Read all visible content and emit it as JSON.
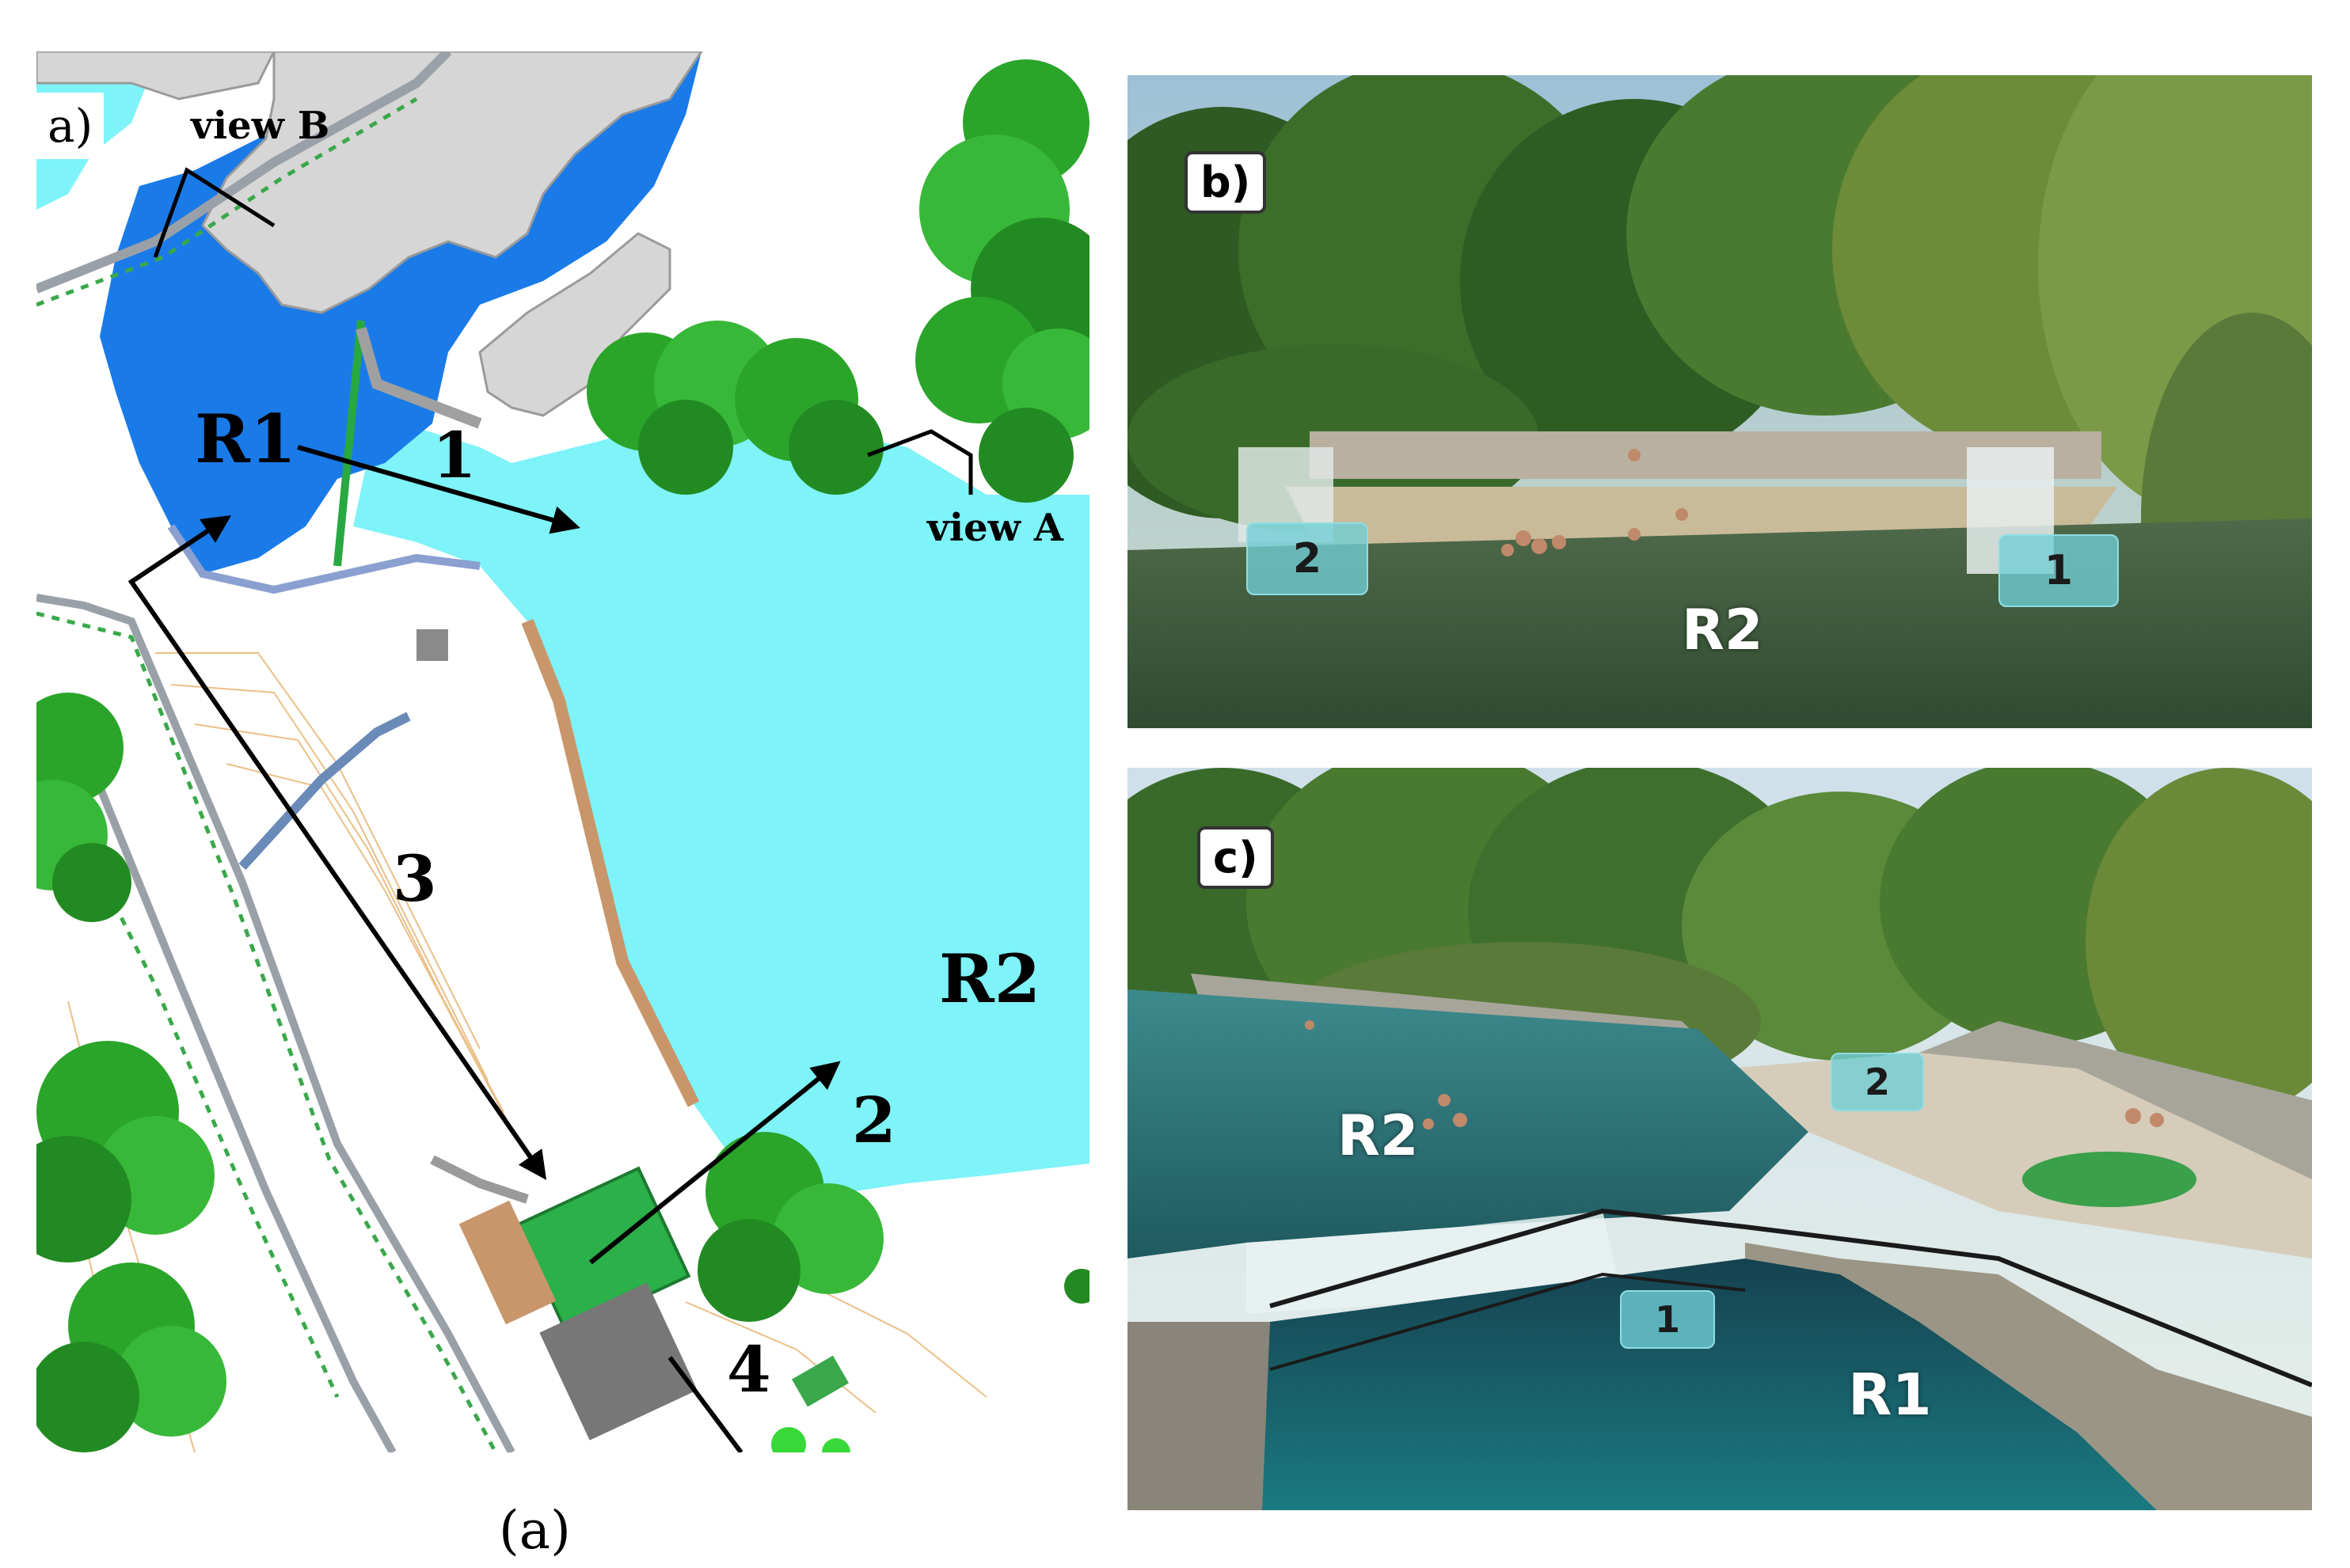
{
  "figure": {
    "caption": "(a)",
    "colors": {
      "water_light": "#7ef3f8",
      "water_dark": "#1a7be8",
      "rock": "#d8d8d8",
      "tree": "#2aa52a",
      "weir_green": "#2bb04a"
    }
  },
  "map": {
    "panel_tag": "a)",
    "view_b": "view B",
    "view_a": "view A",
    "labels": {
      "r1": "R1",
      "r2": "R2",
      "n1": "1",
      "n2": "2",
      "n3": "3",
      "n4": "4"
    }
  },
  "photo_b": {
    "panel_tag": "b)",
    "badge_2": "2",
    "badge_1": "1",
    "region": "R2"
  },
  "photo_c": {
    "panel_tag": "c)",
    "region_r2": "R2",
    "badge_2": "2",
    "badge_1": "1",
    "region_r1": "R1"
  }
}
